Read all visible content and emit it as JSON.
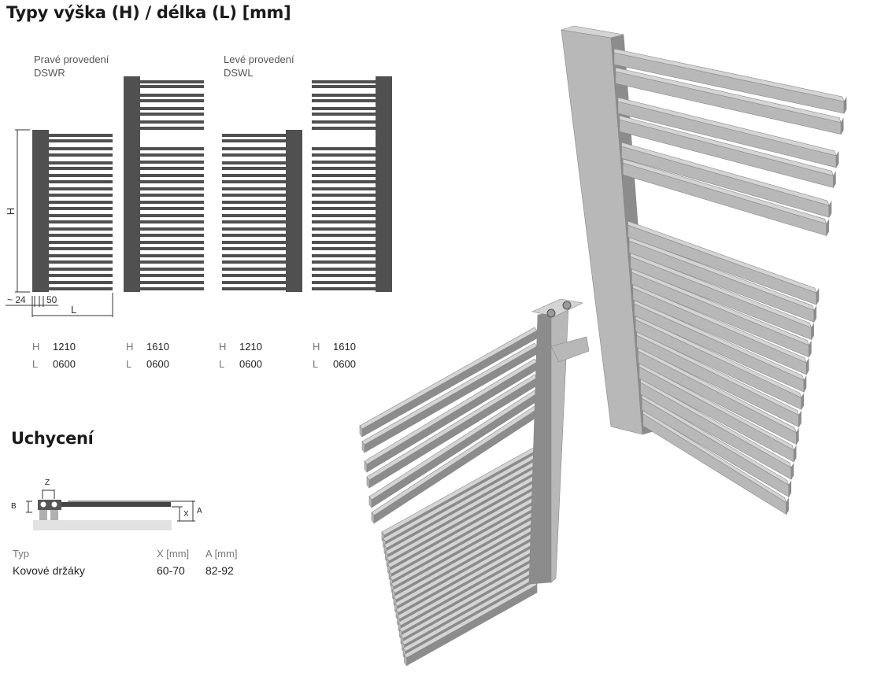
{
  "types_section": {
    "title": "Typy výška (H) / délka (L) [mm]",
    "right_version": {
      "label": "Pravé provedení",
      "code": "DSWR"
    },
    "left_version": {
      "label": "Levé provedení",
      "code": "DSWL"
    },
    "dimension_labels": {
      "h": "H",
      "l": "L",
      "offset": "~ 24",
      "collector": "50"
    },
    "models": [
      {
        "h_label": "H",
        "h": "1210",
        "l_label": "L",
        "l": "0600"
      },
      {
        "h_label": "H",
        "h": "1610",
        "l_label": "L",
        "l": "0600"
      },
      {
        "h_label": "H",
        "h": "1210",
        "l_label": "L",
        "l": "0600"
      },
      {
        "h_label": "H",
        "h": "1610",
        "l_label": "L",
        "l": "0600"
      }
    ]
  },
  "mounting_section": {
    "title": "Uchycení",
    "diagram_labels": {
      "z": "Z",
      "b": "B",
      "x": "X",
      "a": "A"
    },
    "table": {
      "headers": [
        "Typ",
        "X [mm]",
        "A [mm]"
      ],
      "rows": [
        [
          "Kovové držáky",
          "60-70",
          "82-92"
        ]
      ]
    }
  },
  "colors": {
    "radiator_2d": "#505050",
    "render_face": "#b8b8b8",
    "render_top": "#d4d4d4",
    "render_dark": "#8c8c8c"
  }
}
